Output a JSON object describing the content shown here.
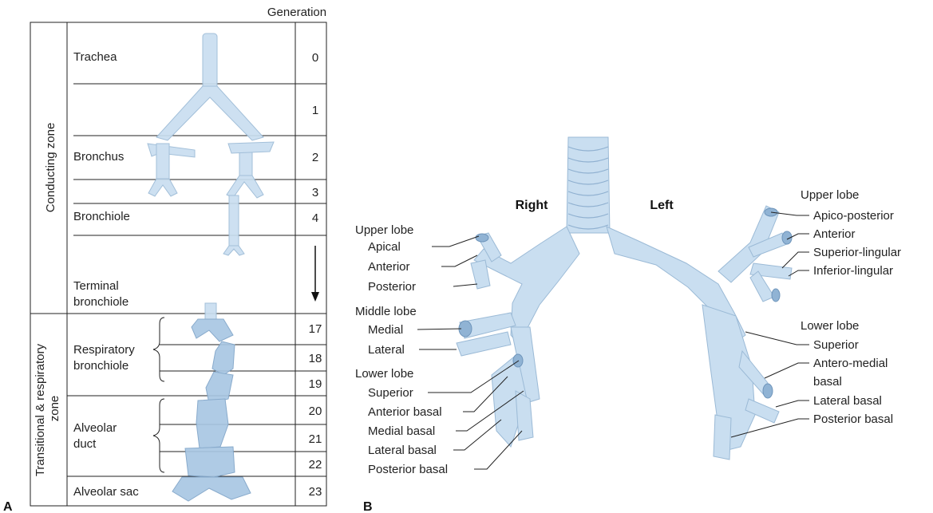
{
  "panel_a": {
    "panel_label": "A",
    "generation_header": "Generation",
    "zones": [
      "Conducting zone",
      "Transitional & respiratory zone"
    ],
    "structures": [
      "Trachea",
      "Bronchus",
      "Bronchiole",
      "Terminal bronchiole",
      "Respiratory bronchiole",
      "Alveolar duct",
      "Alveolar sac"
    ],
    "generations": [
      "0",
      "1",
      "2",
      "3",
      "4",
      "17",
      "18",
      "19",
      "20",
      "21",
      "22",
      "23"
    ]
  },
  "panel_b": {
    "panel_label": "B",
    "sides": {
      "right": "Right",
      "left": "Left"
    },
    "right_labels": [
      "Upper lobe",
      "Apical",
      "Anterior",
      "Posterior",
      "Middle lobe",
      "Medial",
      "Lateral",
      "Lower lobe",
      "Superior",
      "Anterior basal",
      "Medial basal",
      "Lateral basal",
      "Posterior basal"
    ],
    "left_labels": [
      "Upper lobe",
      "Apico-posterior",
      "Anterior",
      "Superior-lingular",
      "Inferior-lingular",
      "Lower lobe",
      "Superior",
      "Antero-medial",
      "basal",
      "Lateral basal",
      "Posterior basal"
    ]
  },
  "colors": {
    "airway_fill": "#c9def0",
    "airway_edge": "#9bbad6",
    "line": "#222222"
  }
}
